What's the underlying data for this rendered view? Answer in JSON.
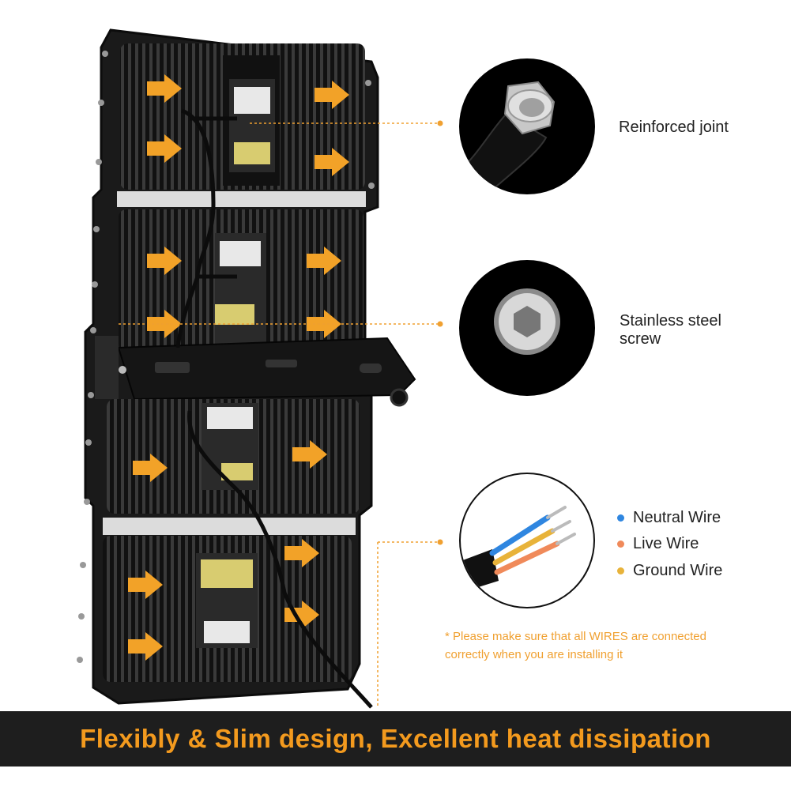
{
  "callouts": {
    "joint": {
      "label": "Reinforced joint"
    },
    "screw": {
      "label_line1": "Stainless steel",
      "label_line2": "screw"
    }
  },
  "wires": {
    "items": [
      {
        "label": "Neutral Wire",
        "color": "#2f86e0"
      },
      {
        "label": "Live Wire",
        "color": "#f08a5a"
      },
      {
        "label": "Ground Wire",
        "color": "#e8b33a"
      }
    ]
  },
  "note": {
    "line1": "* Please make sure that all WIRES are connected",
    "line2": "correctly when you are installing it"
  },
  "banner": {
    "text": "Flexibly & Slim design, Excellent heat dissipation"
  },
  "colors": {
    "accent": "#f39a1e",
    "callout_line": "#f0a030",
    "banner_bg": "#1e1e1e",
    "housing": "#1a1a1a"
  }
}
